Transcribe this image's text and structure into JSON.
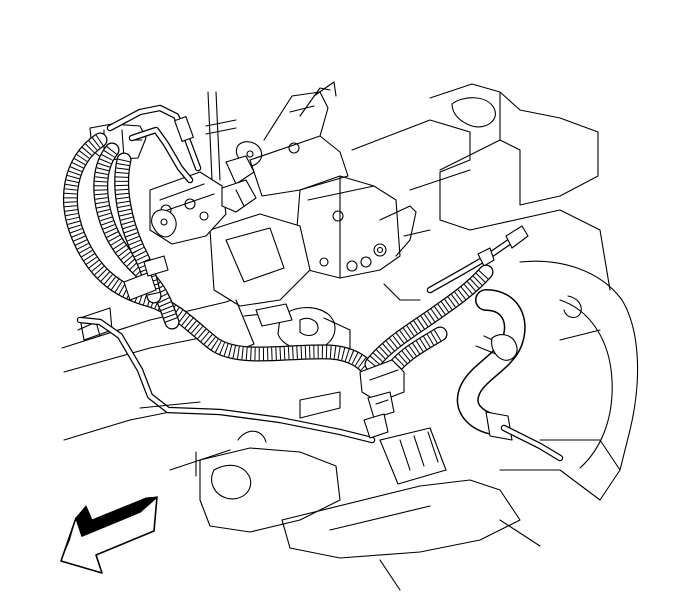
{
  "figure": {
    "kind": "line-art-illustration",
    "subject": "engine-compartment-wiring-harness",
    "direction_arrow": "front-of-vehicle-arrow"
  }
}
